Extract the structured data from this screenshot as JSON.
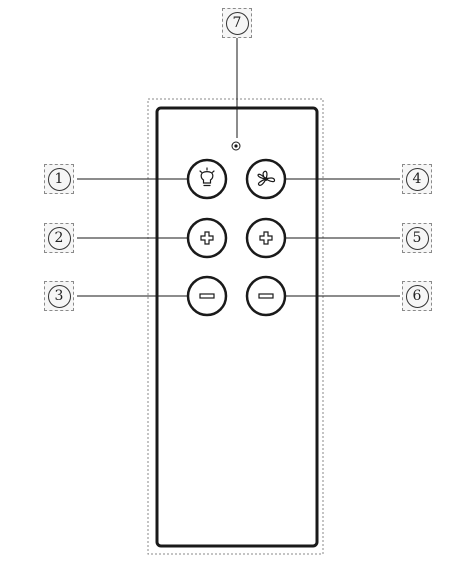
{
  "diagram": {
    "subject": "remote-control",
    "callouts": [
      {
        "id": "c7",
        "label": "7",
        "points_to": "indicator-light"
      },
      {
        "id": "c1",
        "label": "1",
        "points_to": "light-button"
      },
      {
        "id": "c2",
        "label": "2",
        "points_to": "light-plus-button"
      },
      {
        "id": "c3",
        "label": "3",
        "points_to": "light-minus-button"
      },
      {
        "id": "c4",
        "label": "4",
        "points_to": "fan-button"
      },
      {
        "id": "c5",
        "label": "5",
        "points_to": "fan-plus-button"
      },
      {
        "id": "c6",
        "label": "6",
        "points_to": "fan-minus-button"
      }
    ],
    "buttons": [
      {
        "name": "light-button",
        "icon": "light-bulb-icon"
      },
      {
        "name": "fan-button",
        "icon": "fan-icon"
      },
      {
        "name": "light-plus-button",
        "icon": "plus-icon"
      },
      {
        "name": "fan-plus-button",
        "icon": "plus-icon"
      },
      {
        "name": "light-minus-button",
        "icon": "minus-icon"
      },
      {
        "name": "fan-minus-button",
        "icon": "minus-icon"
      }
    ],
    "colors": {
      "line": "#1a1a1a",
      "dashed": "#8a8a8a",
      "callout_bg": "#f6f6f6"
    }
  }
}
